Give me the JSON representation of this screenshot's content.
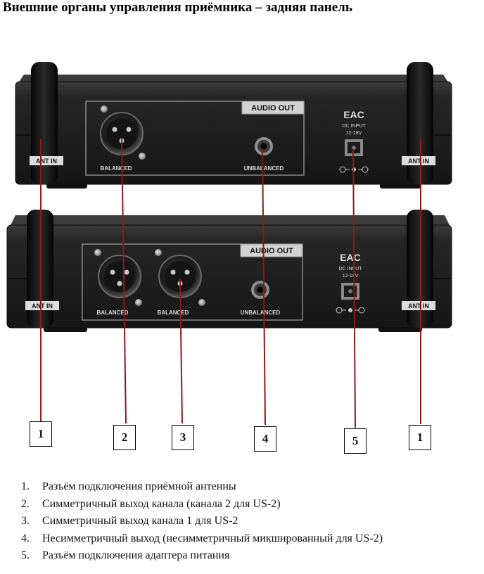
{
  "title": "Внешние органы управления приёмника – задняя панель",
  "panel_labels": {
    "audio_out": "AUDIO OUT",
    "ant_in": "ANT IN",
    "balanced": "BALANCED",
    "unbalanced": "UNBALANCED",
    "dc_input": "DC INPUT",
    "dc_voltage": "12-18V",
    "eac": "EAC"
  },
  "callouts": [
    "1",
    "2",
    "3",
    "4",
    "5",
    "1"
  ],
  "legend": [
    {
      "num": "1.",
      "text": "Разъём подключения приёмной антенны"
    },
    {
      "num": "2.",
      "text": "Симметричный выход канала (канала 2 для US-2)"
    },
    {
      "num": "3.",
      "text": "Симметричный выход канала 1 для US-2"
    },
    {
      "num": "4.",
      "text": "Несимметричный выход (несимметричный микшированный для US-2)"
    },
    {
      "num": "5.",
      "text": "Разъём подключения адаптера питания"
    }
  ],
  "colors": {
    "leader_line": "#8b1a1a",
    "chassis": "#1f1f1f",
    "chassis_top": "#2c2c2c",
    "antenna": "#0c0c0c"
  }
}
